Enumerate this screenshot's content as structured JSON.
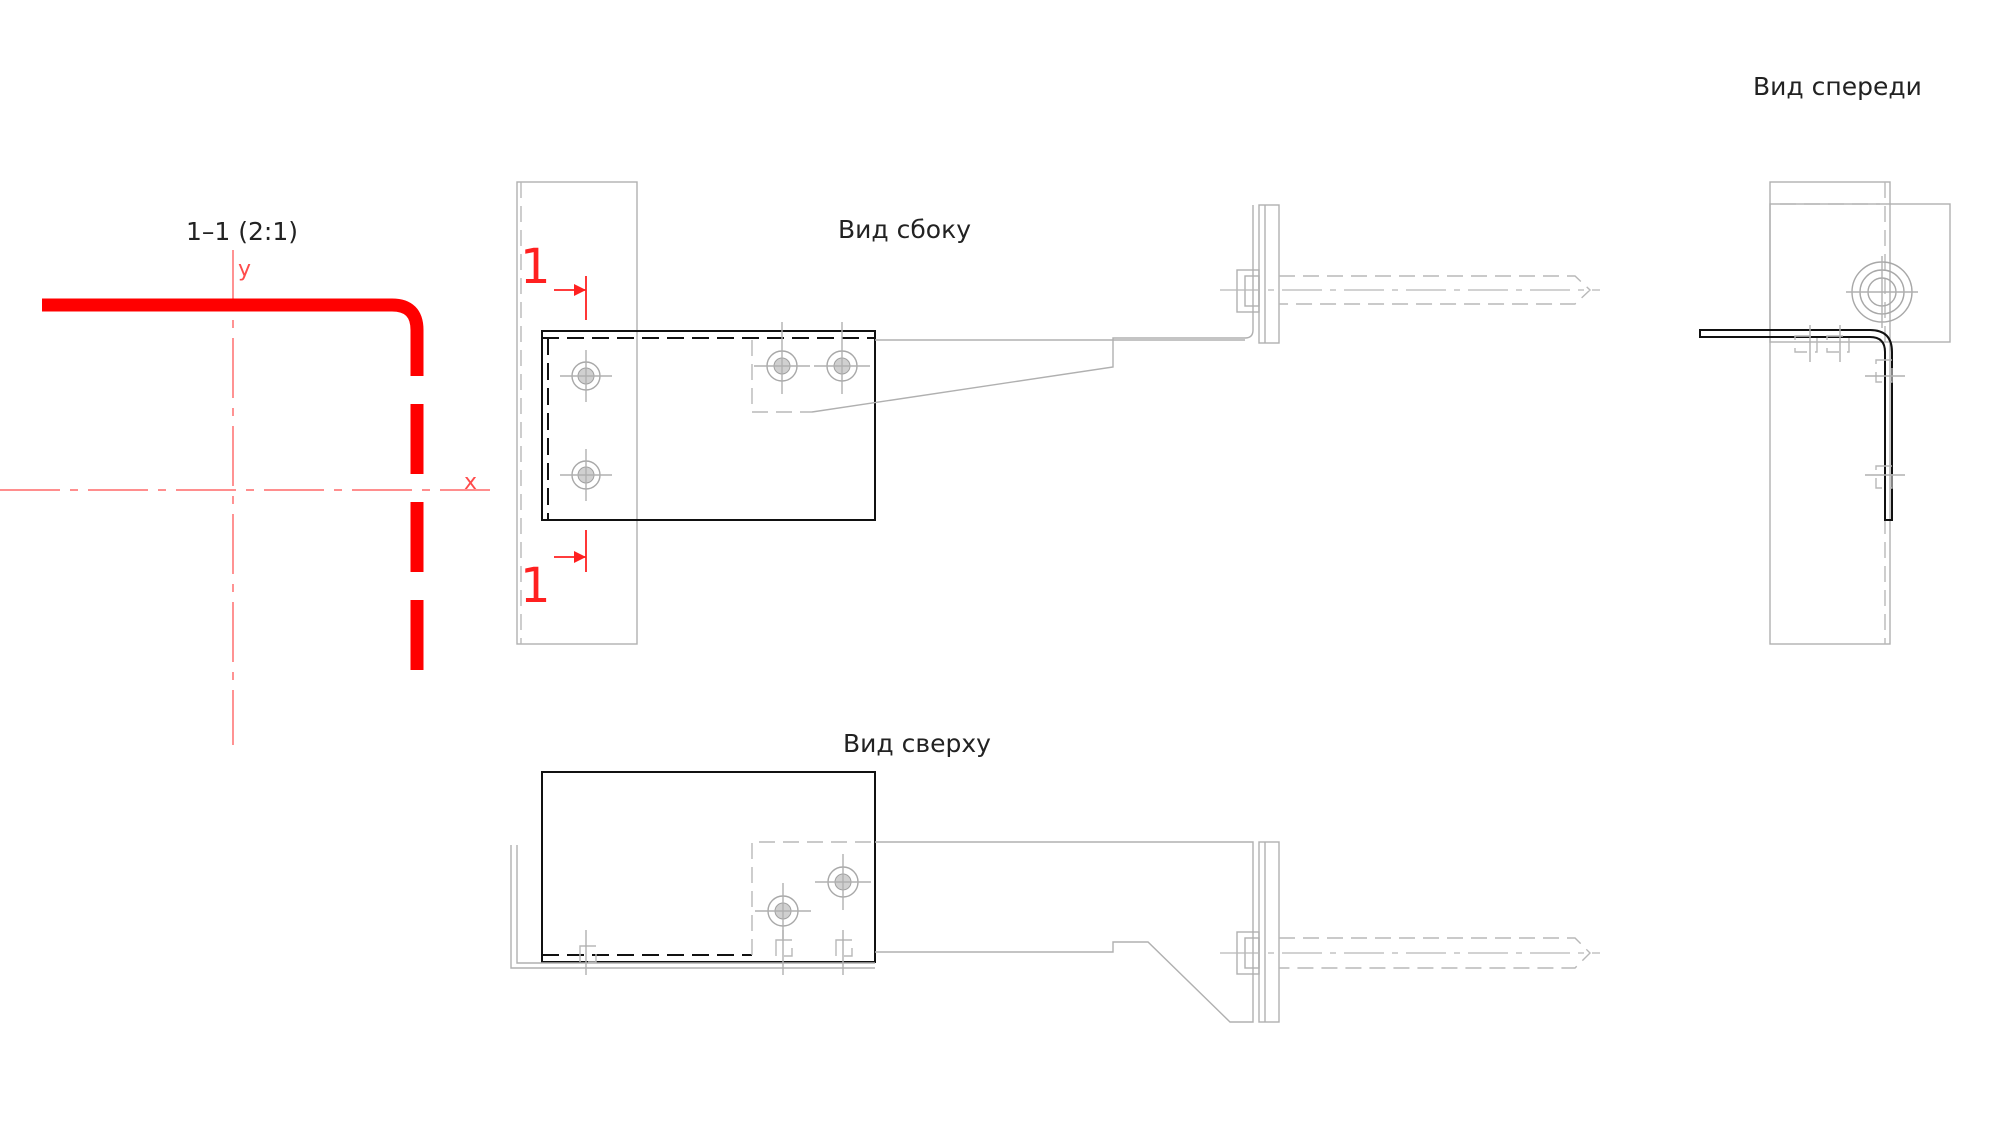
{
  "colors": {
    "background": "#ffffff",
    "section_red": "#ff0000",
    "outline_black": "#111111",
    "thin_gray": "#b0b0b0"
  },
  "labels": {
    "section_title": "1–1 (2:1)",
    "axis_y": "y",
    "axis_x": "x",
    "cut_mark_top": "1",
    "cut_mark_bottom": "1",
    "view_side": "Вид сбоку",
    "view_front": "Вид спереди",
    "view_top": "Вид сверху"
  }
}
